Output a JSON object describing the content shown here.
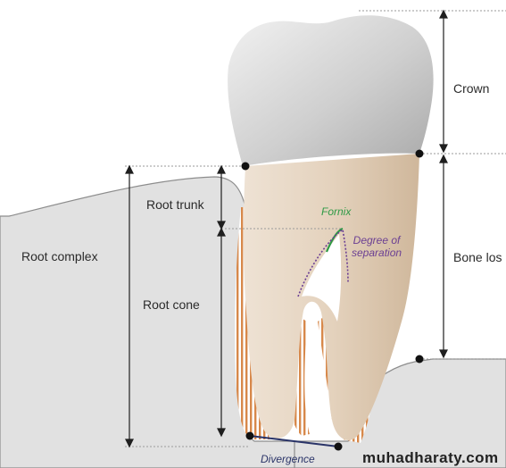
{
  "labels": {
    "crown": "Crown",
    "bone_loss": "Bone los",
    "root_trunk": "Root trunk",
    "root_complex": "Root complex",
    "root_cone": "Root cone",
    "fornix": "Fornix",
    "degree_line1": "Degree of",
    "degree_line2": "separation",
    "divergence": "Divergence"
  },
  "watermark": "muhadharaty.com",
  "colors": {
    "enamel": "#c9c9c9",
    "root": "#e6d5c2",
    "bone": "#e1e1e1",
    "pdl_hatch": "#d7884a",
    "fornix": "#2e9a45",
    "degree": "#6b3f93",
    "divergence": "#2a3468"
  }
}
